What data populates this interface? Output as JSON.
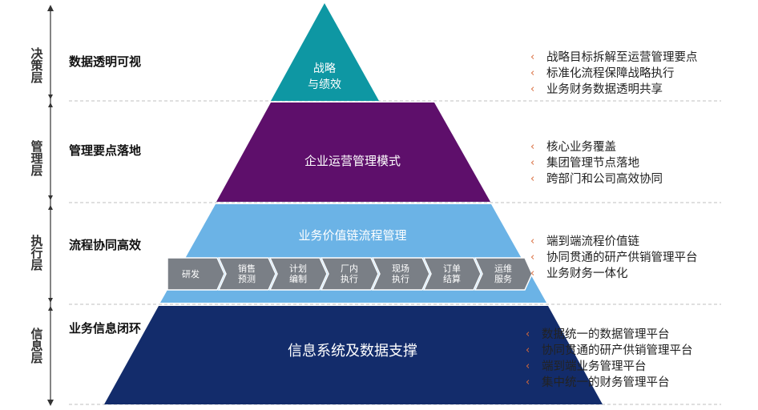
{
  "layers": [
    {
      "name": "决策层",
      "focus": "数据透明可视",
      "title": "战略\n与绩效",
      "color": "#0e97a3",
      "bullets": [
        "战略目标拆解至运营管理要点",
        "标准化流程保障战略执行",
        "业务财务数据透明共享"
      ]
    },
    {
      "name": "管理层",
      "focus": "管理要点落地",
      "title": "企业运营管理模式",
      "color": "#5e0f6b",
      "bullets": [
        "核心业务覆盖",
        "集团管理节点落地",
        "跨部门和公司高效协同"
      ]
    },
    {
      "name": "执行层",
      "focus": "流程协同高效",
      "title": "业务价值链流程管理",
      "color": "#6bb3e6",
      "bullets": [
        "端到端流程价值链",
        "协同贯通的研产供销管理平台",
        "业务财务一体化"
      ]
    },
    {
      "name": "信息层",
      "focus": "业务信息闭环",
      "title": "信息系统及数据支撑",
      "color": "#132c6b",
      "bullets": [
        "数据统一的数据管理平台",
        "协同贯通的研产供销管理平台",
        "端到端业务管理平台",
        "集中统一的财务管理平台"
      ]
    }
  ],
  "process_steps": [
    "研发",
    "销售\n预测",
    "计划\n编制",
    "厂内\n执行",
    "现场\n执行",
    "订单\n结算",
    "运维\n服务"
  ],
  "colors": {
    "step": "#7a7f86",
    "dash": "#bfbfbf",
    "axis": "#333333"
  }
}
